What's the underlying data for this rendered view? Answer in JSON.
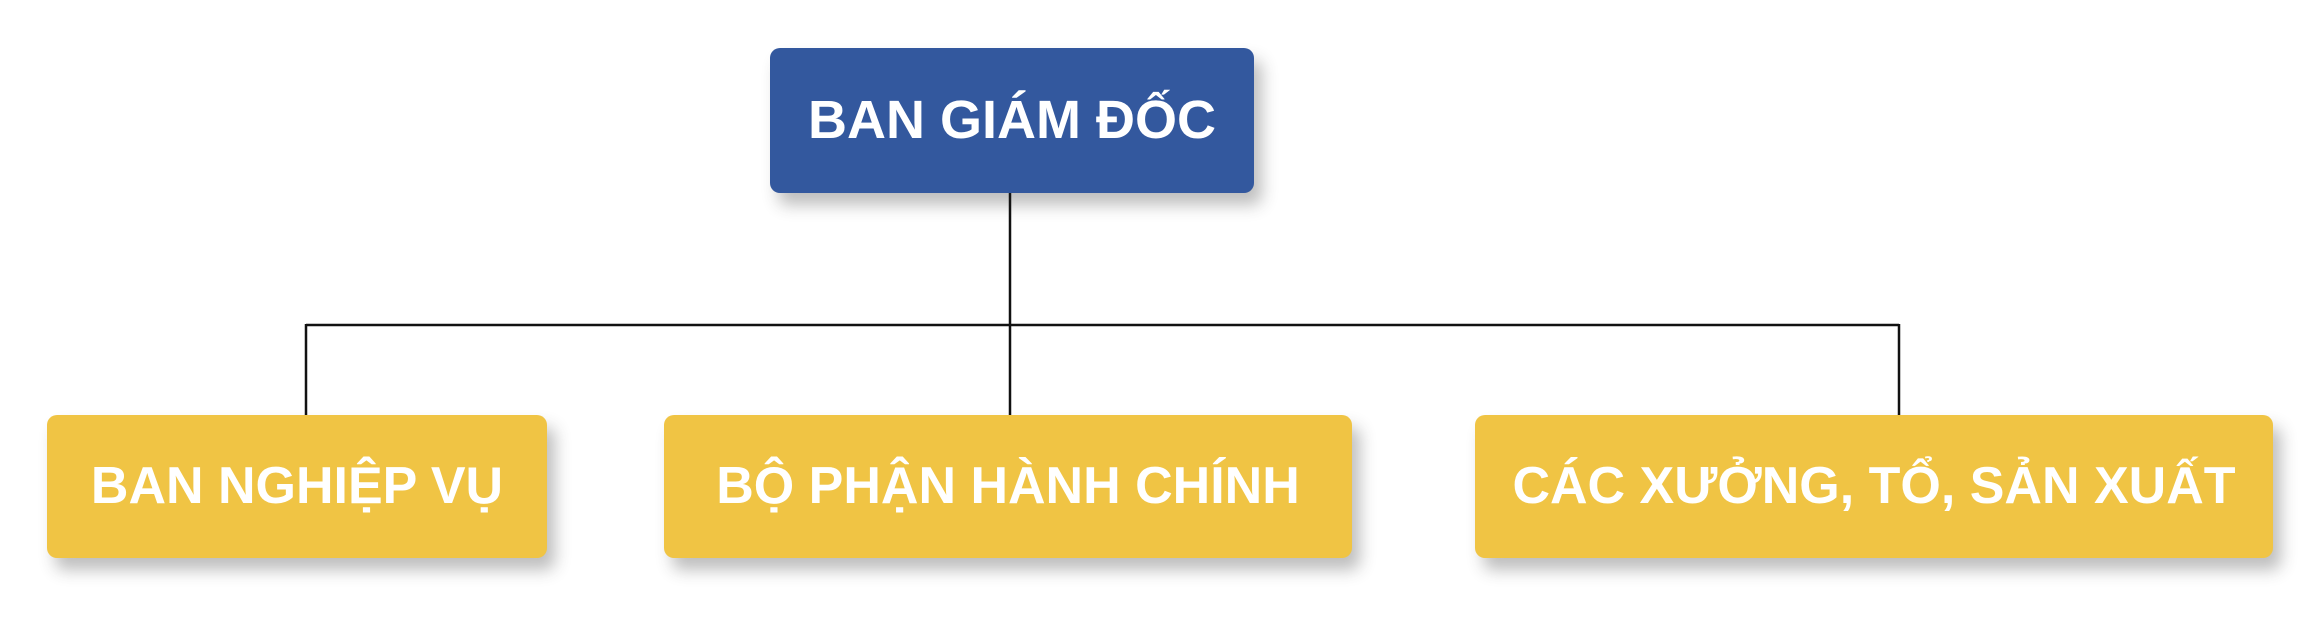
{
  "diagram": {
    "type": "org-chart",
    "title": "",
    "root": {
      "id": "ban-giam-doc",
      "label": "BAN GIÁM ĐỐC"
    },
    "children": [
      {
        "id": "ban-nghiep-vu",
        "label": "BAN NGHIỆP VỤ"
      },
      {
        "id": "bo-phan-hanh-chinh",
        "label": "BỘ PHẬN HÀNH CHÍNH"
      },
      {
        "id": "cac-xuong-to-san-xuat",
        "label": "CÁC XƯỞNG, TỔ, SẢN XUẤT"
      }
    ],
    "colors": {
      "root_fill": "#33589E",
      "child_fill": "#F0C444",
      "text": "#FFFFFF",
      "connector": "#111111",
      "background": "#FFFFFF"
    }
  }
}
